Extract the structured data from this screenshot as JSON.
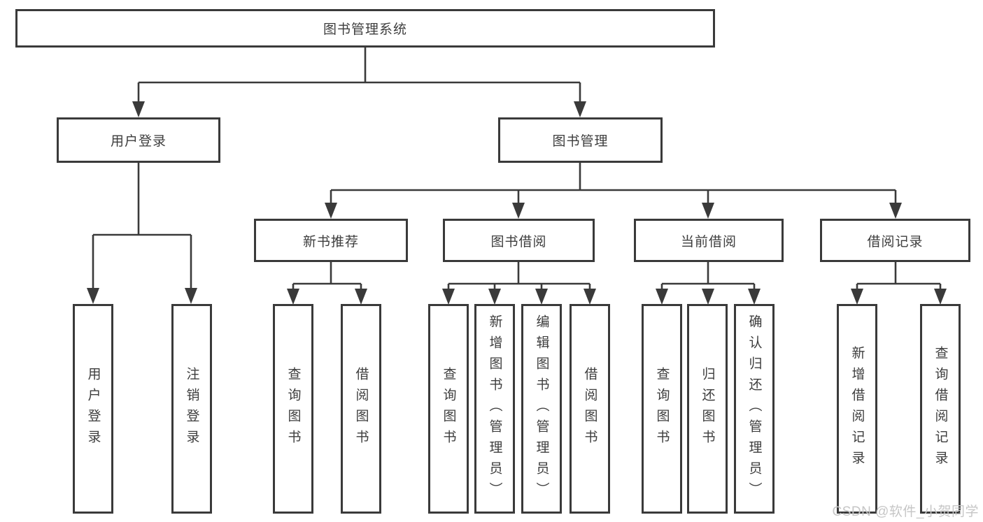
{
  "diagram_title": "图书管理系统",
  "tree": {
    "root": {
      "label": "图书管理系统",
      "children": [
        {
          "label": "用户登录",
          "children": [
            {
              "label": "用户登录"
            },
            {
              "label": "注销登录"
            }
          ]
        },
        {
          "label": "图书管理",
          "children": [
            {
              "label": "新书推荐",
              "children": [
                {
                  "label": "查询图书"
                },
                {
                  "label": "借阅图书"
                }
              ]
            },
            {
              "label": "图书借阅",
              "children": [
                {
                  "label": "查询图书"
                },
                {
                  "label": "新增图书（管理员）"
                },
                {
                  "label": "编辑图书（管理员）"
                },
                {
                  "label": "借阅图书"
                }
              ]
            },
            {
              "label": "当前借阅",
              "children": [
                {
                  "label": "查询图书"
                },
                {
                  "label": "归还图书"
                },
                {
                  "label": "确认归还（管理员）"
                }
              ]
            },
            {
              "label": "借阅记录",
              "children": [
                {
                  "label": "新增借阅记录"
                },
                {
                  "label": "查询借阅记录"
                }
              ]
            }
          ]
        }
      ]
    }
  },
  "watermark": {
    "text": "CSDN @软件_小贺同学"
  },
  "colors": {
    "background": "#ffffff",
    "line": "#3a3a3a",
    "box_border": "#3a3a3a",
    "text": "#3d3d3d",
    "watermark": "#c6c6c6"
  }
}
